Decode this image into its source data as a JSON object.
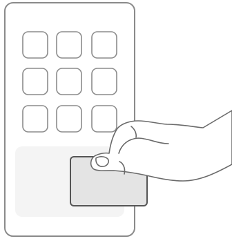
{
  "illustration": {
    "subject": "hand-placing-card-on-phone-reader",
    "app_grid": {
      "rows": 3,
      "columns": 3
    },
    "colors": {
      "phone_fill": "#ffffff",
      "phone_stroke": "#8a8a8a",
      "app_tile_stroke": "#8c8c8c",
      "reader_area_fill": "#f4f4f4",
      "card_fill": "#e4e4e4",
      "card_stroke": "#555555",
      "hand_fill": "#ffffff",
      "hand_stroke": "#6a6a6a"
    }
  }
}
